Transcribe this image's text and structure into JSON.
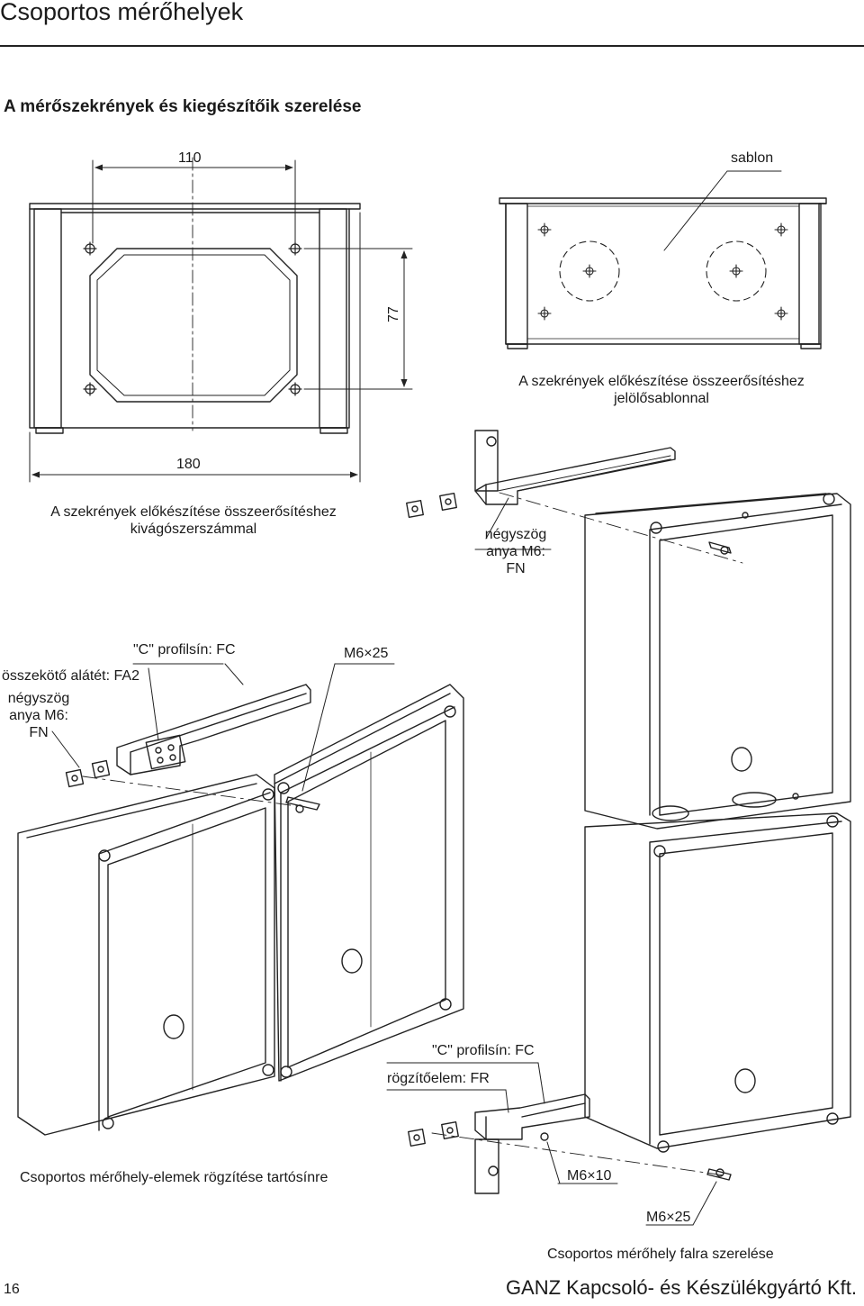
{
  "header": {
    "title": "Csoportos mérőhelyek",
    "section_heading": "A mérőszekrények és kiegészítőik szerelése"
  },
  "top_left_figure": {
    "dim_width": "110",
    "dim_height": "77",
    "dim_total": "180",
    "caption_line1": "A szekrények előkészítése összeerősítéshez",
    "caption_line2": "kivágószerszámmal"
  },
  "top_right_figure": {
    "template_label": "sablon",
    "caption_line1": "A szekrények előkészítése összeerősítéshez",
    "caption_line2": "jelölősablonnal"
  },
  "labels": {
    "nut_right_line1": "négyszög",
    "nut_right_line2": "anya M6:",
    "nut_right_line3": "FN",
    "profile_rail_upper": "\"C\" profilsín: FC",
    "screw_upper": "M6×25",
    "washer": "összekötő alátét: FA2",
    "nut_left_line1": "négyszög",
    "nut_left_line2": "anya M6:",
    "nut_left_line3": "FN",
    "profile_rail_lower": "\"C\" profilsín: FC",
    "fixing_element": "rögzítőelem: FR",
    "screw_m6x10": "M6×10",
    "screw_lower": "M6×25"
  },
  "captions": {
    "rail_mounting": "Csoportos mérőhely-elemek rögzítése tartósínre",
    "wall_mounting": "Csoportos mérőhely falra szerelése"
  },
  "footer": {
    "page_number": "16",
    "company": "GANZ Kapcsoló- és Készülékgyártó Kft."
  }
}
